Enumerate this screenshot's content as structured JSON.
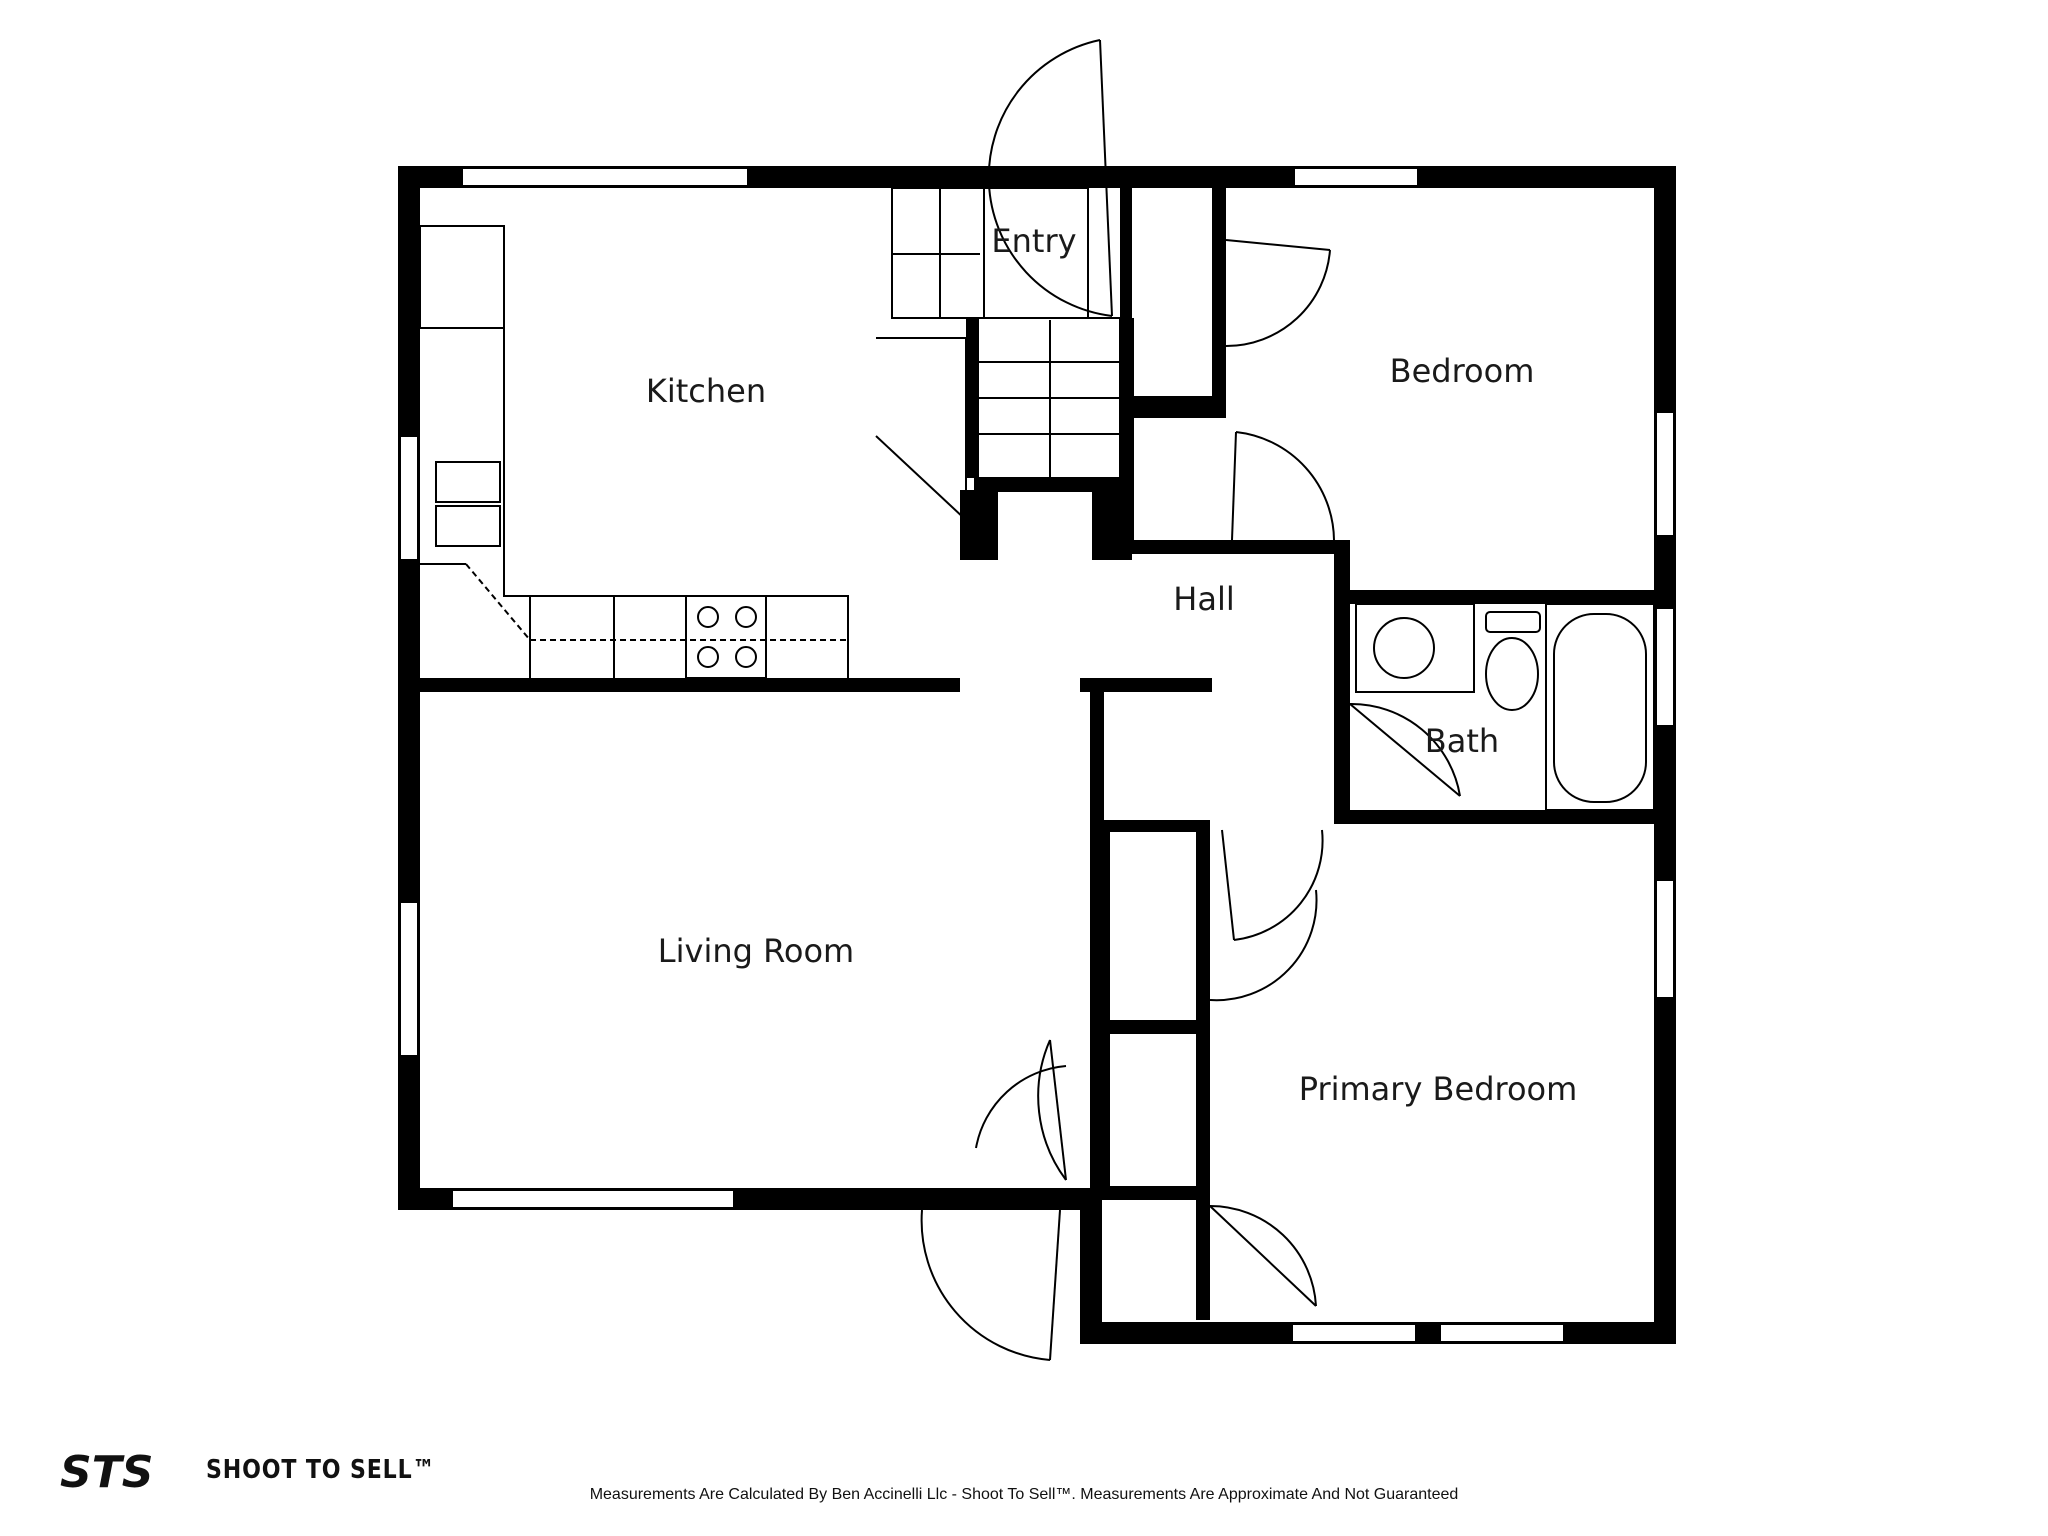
{
  "rooms": {
    "entry": "Entry",
    "kitchen": "Kitchen",
    "bedroom": "Bedroom",
    "hall": "Hall",
    "bath": "Bath",
    "living_room": "Living Room",
    "primary_bedroom": "Primary Bedroom"
  },
  "brand": {
    "logo_text": "STS",
    "name": "SHOOT TO SELL™"
  },
  "footer": {
    "disclaimer": "Measurements Are Calculated By Ben Accinelli Llc - Shoot To Sell™. Measurements Are Approximate And Not Guaranteed"
  },
  "colors": {
    "wall": "#000000",
    "background": "#ffffff"
  }
}
